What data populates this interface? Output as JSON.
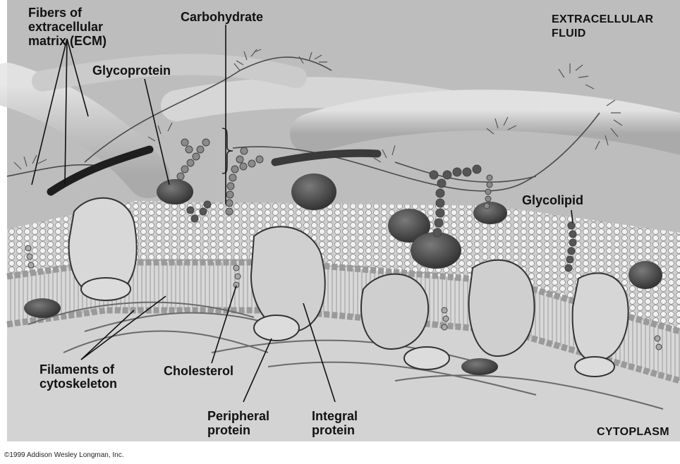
{
  "labels": {
    "fibers_ecm": "Fibers of\nextracellular\nmatrix (ECM)",
    "carbohydrate": "Carbohydrate",
    "glycoprotein": "Glycoprotein",
    "extracellular_fluid": "EXTRACELLULAR\nFLUID",
    "glycolipid": "Glycolipid",
    "filaments": "Filaments of\ncytoskeleton",
    "cholesterol": "Cholesterol",
    "peripheral": "Peripheral\nprotein",
    "integral": "Integral\nprotein",
    "cytoplasm": "CYTOPLASM"
  },
  "copyright": "©1999 Addison Wesley Longman, Inc."
}
